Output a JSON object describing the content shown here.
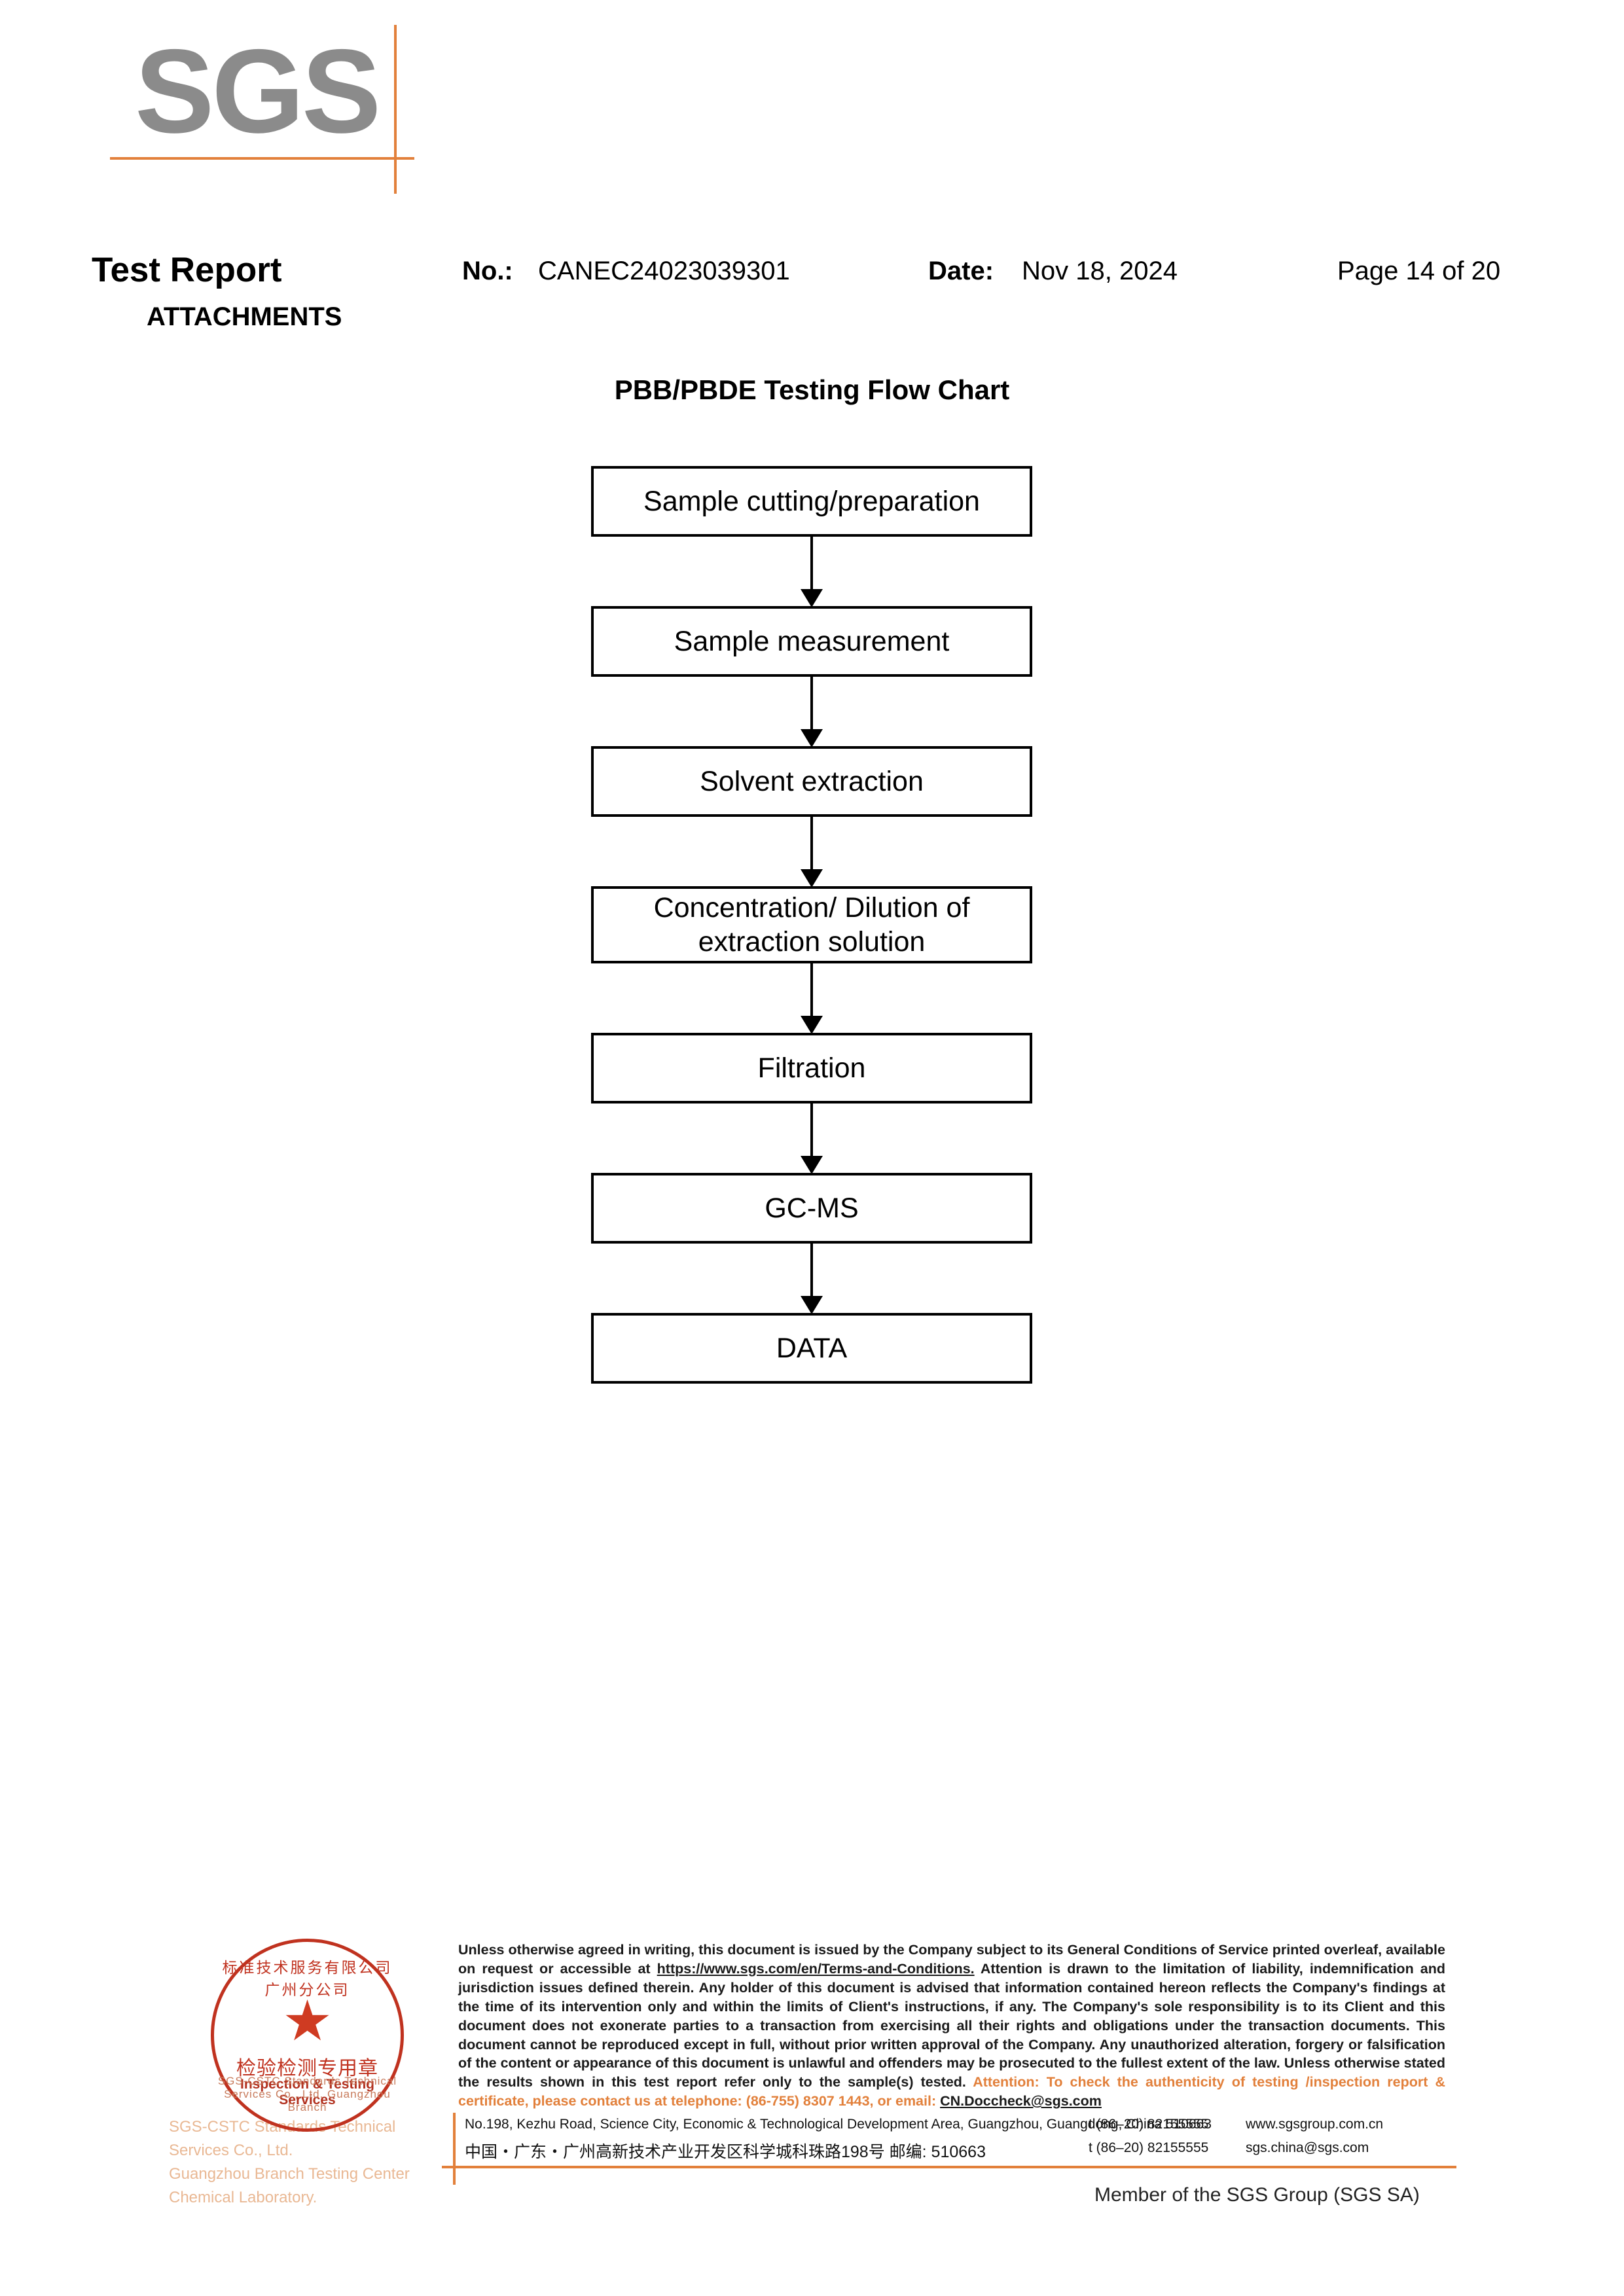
{
  "logo": {
    "text": "SGS"
  },
  "header": {
    "title": "Test Report",
    "no_label": "No.:",
    "no_value": "CANEC24023039301",
    "date_label": "Date:",
    "date_value": "Nov 18, 2024",
    "page": "Page 14 of 20",
    "section": "ATTACHMENTS"
  },
  "chart_data": {
    "type": "diagram",
    "title": "PBB/PBDE Testing Flow Chart",
    "orientation": "vertical",
    "nodes": [
      {
        "id": 1,
        "label": "Sample cutting/preparation"
      },
      {
        "id": 2,
        "label": "Sample measurement"
      },
      {
        "id": 3,
        "label": "Solvent extraction"
      },
      {
        "id": 4,
        "label": "Concentration/ Dilution of extraction solution"
      },
      {
        "id": 5,
        "label": "Filtration"
      },
      {
        "id": 6,
        "label": "GC-MS"
      },
      {
        "id": 7,
        "label": "DATA"
      }
    ],
    "edges": [
      {
        "from": 1,
        "to": 2
      },
      {
        "from": 2,
        "to": 3
      },
      {
        "from": 3,
        "to": 4
      },
      {
        "from": 4,
        "to": 5
      },
      {
        "from": 5,
        "to": 6
      },
      {
        "from": 6,
        "to": 7
      }
    ]
  },
  "stamp": {
    "arc_top": "标准技术服务有限公司广州分公司",
    "arc_bottom": "SGS-CSTC Standards Technical Services Co., Ltd. Guangzhou Branch",
    "center_cn": "检验检测专用章",
    "center_en": "Inspection & Testing Services",
    "star": "★",
    "color": "#c0321f"
  },
  "company": {
    "line1": "SGS-CSTC Standards Technical  Services Co., Ltd.",
    "line2": "Guangzhou Branch Testing Center Chemical Laboratory."
  },
  "disclaimer": {
    "p1_a": "Unless otherwise agreed in writing, this document is issued by the Company subject to its General Conditions of Service printed overleaf, available on request or accessible at ",
    "link": "https://www.sgs.com/en/Terms-and-Conditions.",
    "p1_b": " Attention is drawn to the limitation of liability, indemnification and jurisdiction issues defined therein. Any holder of this document is advised that information contained hereon reflects the Company's findings at the time of its intervention only and within the limits of Client's instructions, if any. The Company's sole responsibility is to its Client and this document does not exonerate parties to a transaction from exercising all their rights and obligations under the transaction documents. This document cannot be reproduced except in full, without prior written approval of the Company. Any unauthorized alteration, forgery or falsification of the content or appearance of this document is unlawful and offenders may be prosecuted to the fullest extent of the law. Unless otherwise stated the results shown in this test report refer only to the sample(s) tested.",
    "attention_a": "Attention: To check the authenticity of testing /inspection report & certificate, please contact us at telephone: (86-755) 8307 1443, or email: ",
    "attention_email": "CN.Doccheck@sgs.com",
    "attention_color": "#e2803b"
  },
  "footer": {
    "address_en": "No.198, Kezhu Road, Science City, Economic & Technological Development Area, Guangzhou, Guangdong, China 510663",
    "address_cn": "中国・广东・广州高新技术产业开发区科学城科珠路198号    邮编: 510663",
    "tel1": "t (86–20) 82155555",
    "tel2": "t (86–20) 82155555",
    "web": "www.sgsgroup.com.cn",
    "email": "sgs.china@sgs.com",
    "member": "Member of the SGS Group (SGS SA)",
    "rule_color": "#e2803b"
  }
}
